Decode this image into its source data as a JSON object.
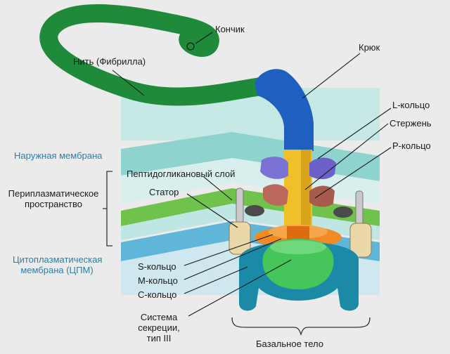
{
  "labels": {
    "tip": "Кончик",
    "filament": "Нить (Фибрилла)",
    "hook": "Крюк",
    "l_ring": "L-кольцо",
    "rod": "Стержень",
    "p_ring": "P-кольцо",
    "outer_membrane": "Наружная мембрана",
    "peptidoglycan": "Пептидогликановый слой",
    "periplasm_line1": "Периплазматическое",
    "periplasm_line2": "пространство",
    "stator": "Статор",
    "cpm_line1": "Цитоплазматическая",
    "cpm_line2": "мембрана (ЦПМ)",
    "s_ring": "S-кольцо",
    "m_ring": "M-кольцо",
    "c_ring": "C-кольцо",
    "t3ss_line1": "Система",
    "t3ss_line2": "секреции,",
    "t3ss_line3": "тип III",
    "basal_body": "Базальное тело"
  },
  "colors": {
    "background": "#ebebeb",
    "filament": "#1e8a3a",
    "hook": "#1f5fbf",
    "rod": "#f0c02a",
    "l_ring": "#7b72d6",
    "p_ring": "#b9685a",
    "membrane_teal": "#8fd3cf",
    "peptidoglycan_green": "#6fc24b",
    "cpm_blue": "#5fb6d9",
    "stator": "#ead8a8",
    "ms_ring_orange": "#f08a25",
    "c_ring_teal": "#1b8aa6",
    "export_green": "#46c65a",
    "label_blue": "#2a7fa8"
  }
}
